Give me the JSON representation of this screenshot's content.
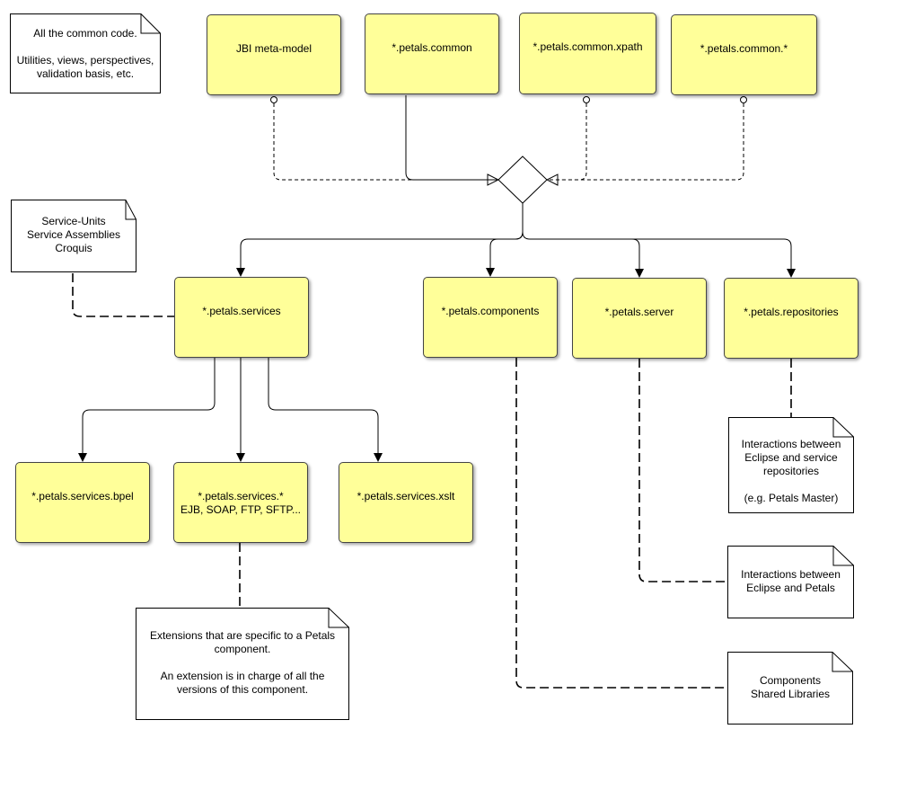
{
  "boxes": {
    "jbi_meta_model": "JBI meta-model",
    "petals_common": "*.petals.common",
    "petals_common_xpath": "*.petals.common.xpath",
    "petals_common_star": "*.petals.common.*",
    "petals_services": "*.petals.services",
    "petals_components": "*.petals.components",
    "petals_server": "*.petals.server",
    "petals_repositories": "*.petals.repositories",
    "petals_services_bpel": "*.petals.services.bpel",
    "petals_services_star": "*.petals.services.*\nEJB, SOAP, FTP, SFTP...",
    "petals_services_xslt": "*.petals.services.xslt"
  },
  "notes": {
    "common_code": "All the common code.\n\nUtilities, views, perspectives,\nvalidation basis, etc.",
    "service_units": "Service-Units\nService Assemblies\nCroquis",
    "extensions": "Extensions that are specific to a Petals\ncomponent.\n\nAn extension is in charge of all the\nversions of this component.",
    "repositories_interactions": "Interactions between\nEclipse and service\nrepositories\n\n(e.g. Petals Master)",
    "petals_interactions": "Interactions between\nEclipse and Petals",
    "shared_libraries": "Components\nShared Libraries"
  },
  "colors": {
    "box_fill": "#ffff99",
    "box_border": "#444444",
    "note_fill": "#ffffff",
    "line": "#000000"
  }
}
